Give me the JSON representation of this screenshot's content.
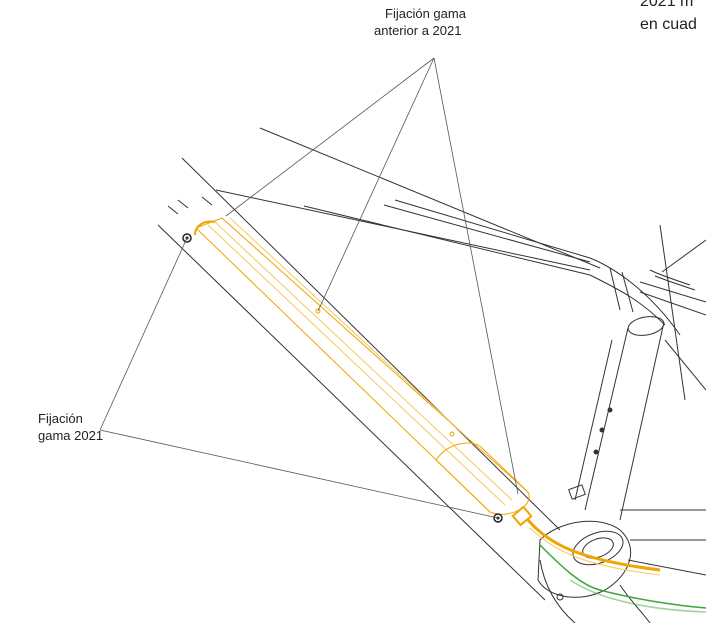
{
  "labels": {
    "top_line1": "Fijación gama",
    "top_line2": "anterior a 2021",
    "left_line1": "Fijación",
    "left_line2": "gama 2021",
    "corner_line1": "2021 m",
    "corner_line2": "en cuad"
  },
  "colors": {
    "line": "#333333",
    "battery": "#f0a500",
    "battery_light": "#f6c860",
    "cable_green": "#3aa83a"
  }
}
